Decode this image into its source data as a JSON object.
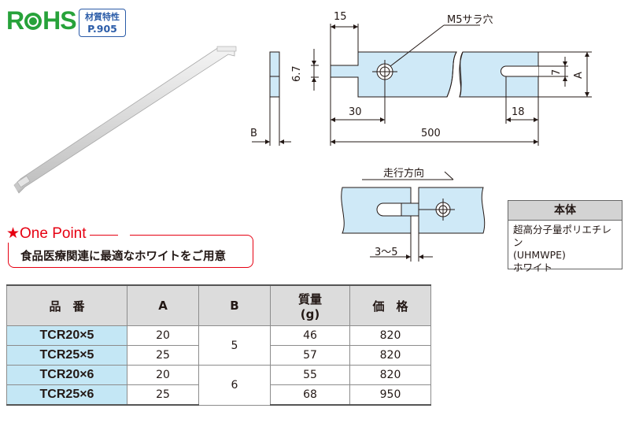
{
  "header": {
    "rohs_label": "RoHS",
    "material_badge": {
      "line1": "材質特性",
      "line2": "P.905"
    }
  },
  "drawing": {
    "labels": {
      "hole": "M5サラ穴",
      "dim_15": "15",
      "dim_6_7": "6.7",
      "dim_7": "7",
      "dim_A": "A",
      "dim_30": "30",
      "dim_18": "18",
      "dim_500": "500",
      "dim_B": "B",
      "direction": "走行方向",
      "dim_gap": "3～5"
    }
  },
  "one_point": {
    "title": "★One Point",
    "text": "食品医療関連に最適なホワイトをご用意"
  },
  "material": {
    "heading": "本体",
    "lines": [
      "超高分子量ポリエチレン",
      "(UHMWPE)",
      "ホワイト"
    ]
  },
  "table": {
    "headers": [
      "品　番",
      "A",
      "B",
      "質量",
      "(g)",
      "価　格"
    ],
    "rows": [
      {
        "part": "TCR20×5",
        "A": "20",
        "B": "5",
        "mass": "46",
        "price": "820"
      },
      {
        "part": "TCR25×5",
        "A": "25",
        "B": "",
        "mass": "57",
        "price": "820"
      },
      {
        "part": "TCR20×6",
        "A": "20",
        "B": "6",
        "mass": "55",
        "price": "820"
      },
      {
        "part": "TCR25×6",
        "A": "25",
        "B": "",
        "mass": "68",
        "price": "950"
      }
    ]
  },
  "colors": {
    "part_fill": "#cfe9f7",
    "accent_red": "#e60012",
    "rohs_green": "#27a23a",
    "badge_blue": "#2b5ca8"
  }
}
